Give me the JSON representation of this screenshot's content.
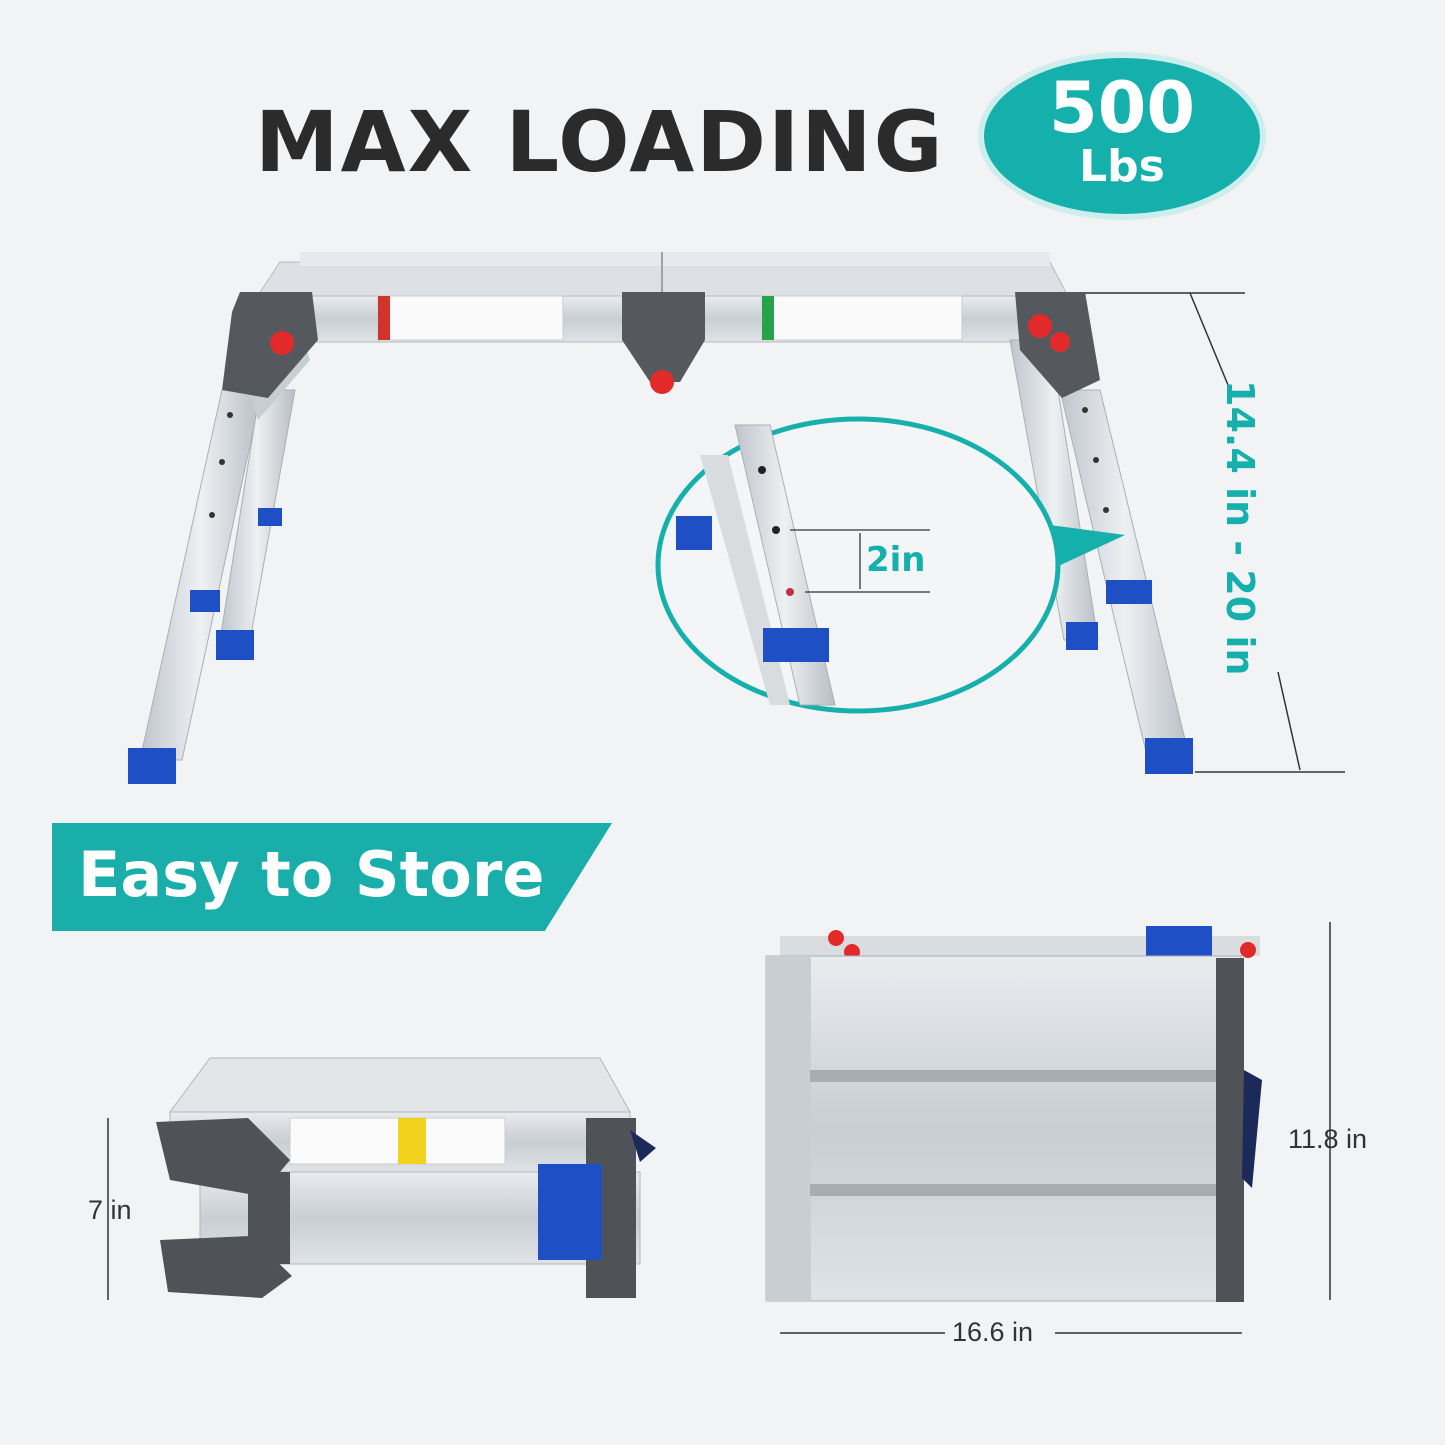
{
  "headline": {
    "text": "MAX LOADING"
  },
  "badge": {
    "value": "500",
    "unit": "Lbs"
  },
  "zoom": {
    "hole_spacing": "2in"
  },
  "height_range": "14.4 in - 20 in",
  "banner": {
    "text": "Easy to Store"
  },
  "folded_dimensions": {
    "side_height": "7 in",
    "front_height": "11.8 in",
    "front_width": "16.6 in"
  },
  "colors": {
    "accent": "#15b0ac",
    "text": "#2b2b2b",
    "background": "#f2f3f5",
    "foot": "#1f4fc4"
  }
}
